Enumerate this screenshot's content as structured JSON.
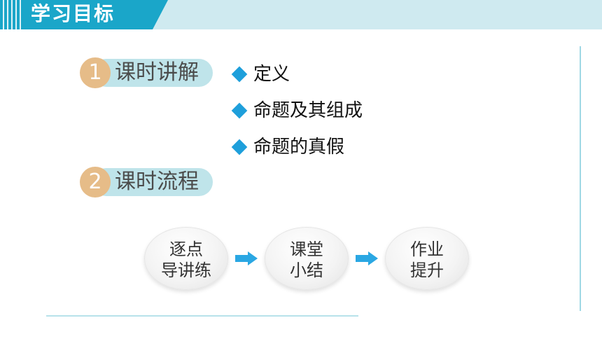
{
  "header": {
    "title": "学习目标"
  },
  "sections": [
    {
      "number": "1",
      "label": "课时讲解"
    },
    {
      "number": "2",
      "label": "课时流程"
    }
  ],
  "bullets": [
    {
      "text": "定义"
    },
    {
      "text": "命题及其组成"
    },
    {
      "text": "命题的真假"
    }
  ],
  "flow": [
    {
      "line1": "逐点",
      "line2": "导讲练"
    },
    {
      "line1": "课堂",
      "line2": "小结"
    },
    {
      "line1": "作业",
      "line2": "提升"
    }
  ],
  "colors": {
    "header_tab": "#1aa6c9",
    "header_band": "#cfeaf0",
    "pill_bg": "#bfe4ea",
    "number_circle": "#e6bc88",
    "bullet_diamond": "#1e9fdb",
    "arrow": "#2aa7e3"
  },
  "icons": {
    "bullet": "diamond-icon",
    "flow_connector": "arrow-right-icon"
  }
}
